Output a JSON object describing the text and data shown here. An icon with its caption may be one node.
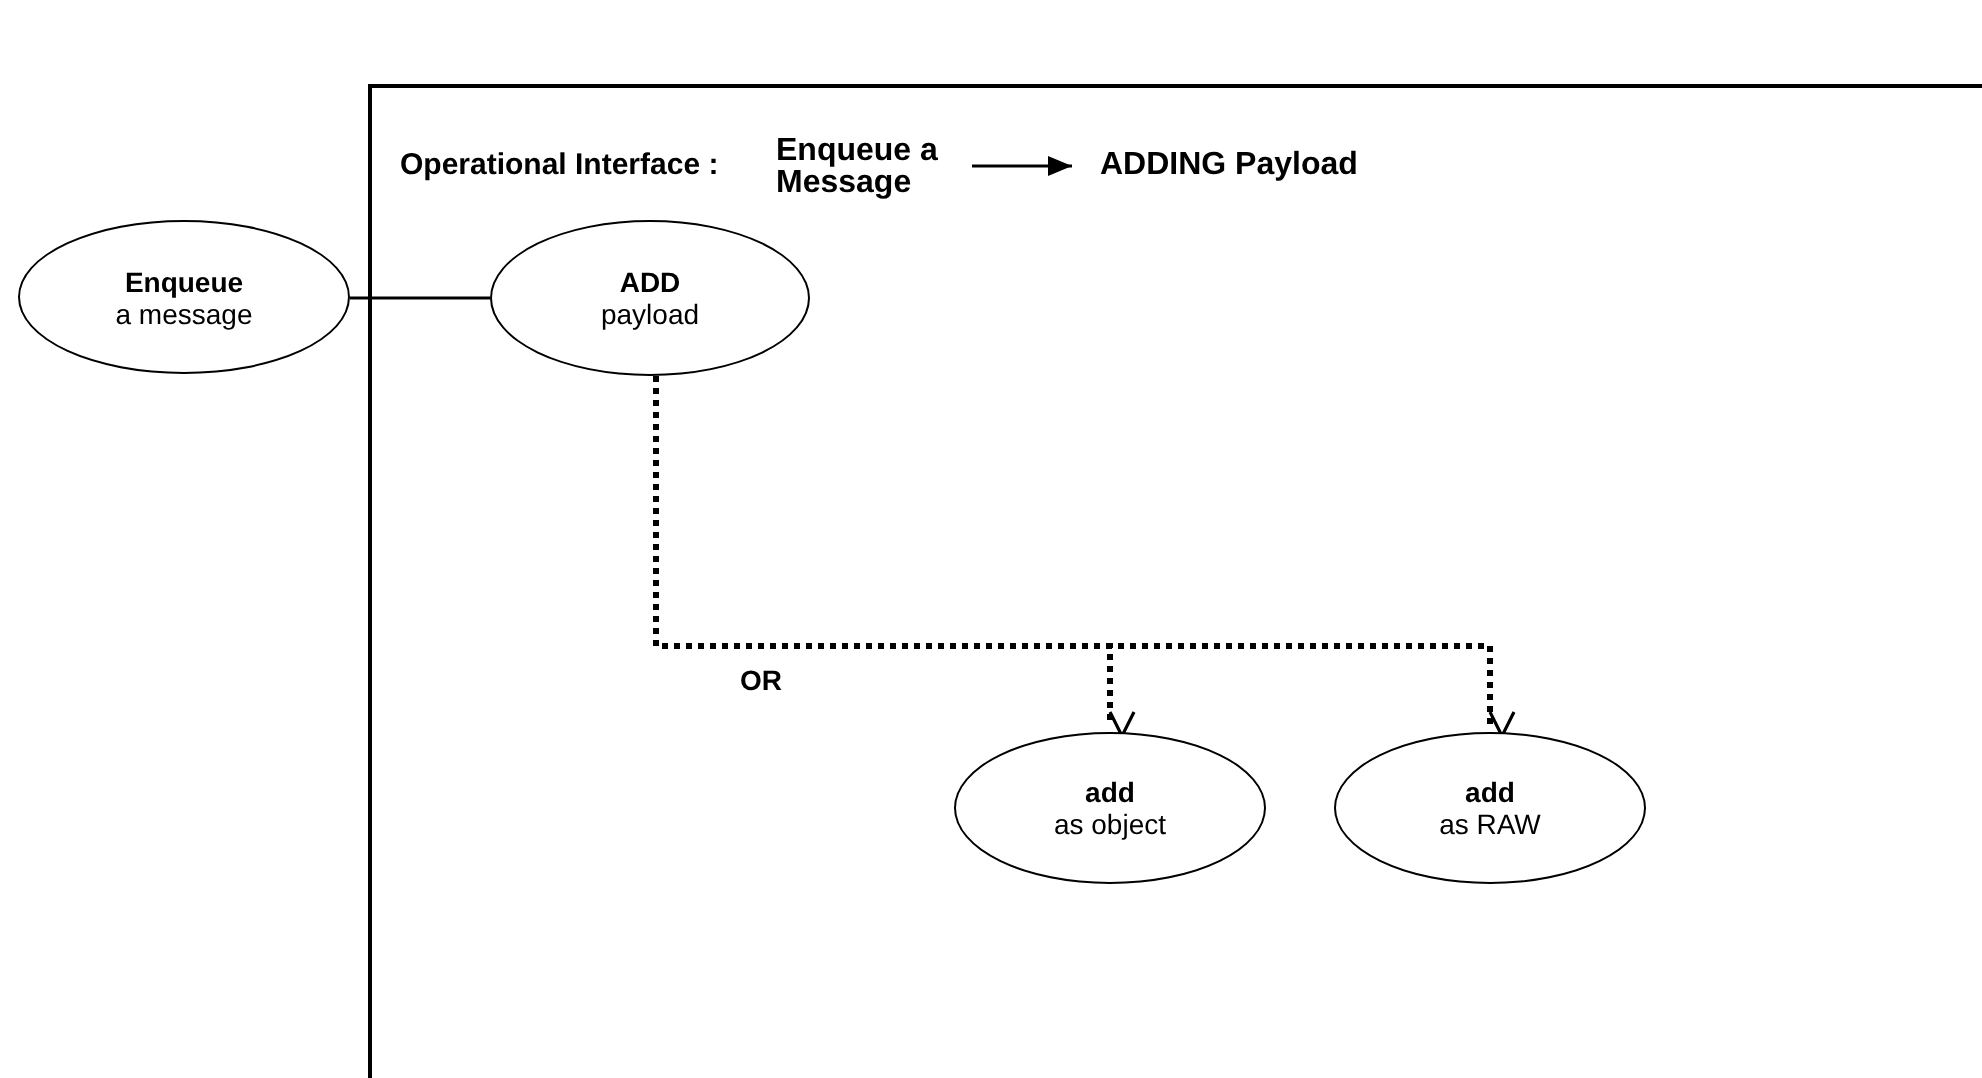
{
  "diagram": {
    "title": "Operational Interface :",
    "nodes": [
      {
        "text": [
          "Enqueue",
          "a message"
        ]
      },
      {
        "text": [
          "ADD",
          "payload"
        ]
      },
      {
        "text": [
          "add",
          "as object"
        ]
      },
      {
        "text": [
          "add",
          "as RAW"
        ]
      },
      {
        "text": [
          "Enqueue a Message"
        ]
      },
      {
        "text": [
          "ADDING Payload"
        ]
      }
    ],
    "edges": [
      {
        "from": 0,
        "to": 1,
        "arrow": "none"
      },
      {
        "from": 1,
        "to": 2,
        "arrow": "to",
        "style": "dashed",
        "label": "OR"
      },
      {
        "from": 1,
        "to": 3,
        "arrow": "to",
        "style": "dashed"
      },
      {
        "from": 4,
        "to": 5,
        "arrow": "to"
      }
    ]
  }
}
